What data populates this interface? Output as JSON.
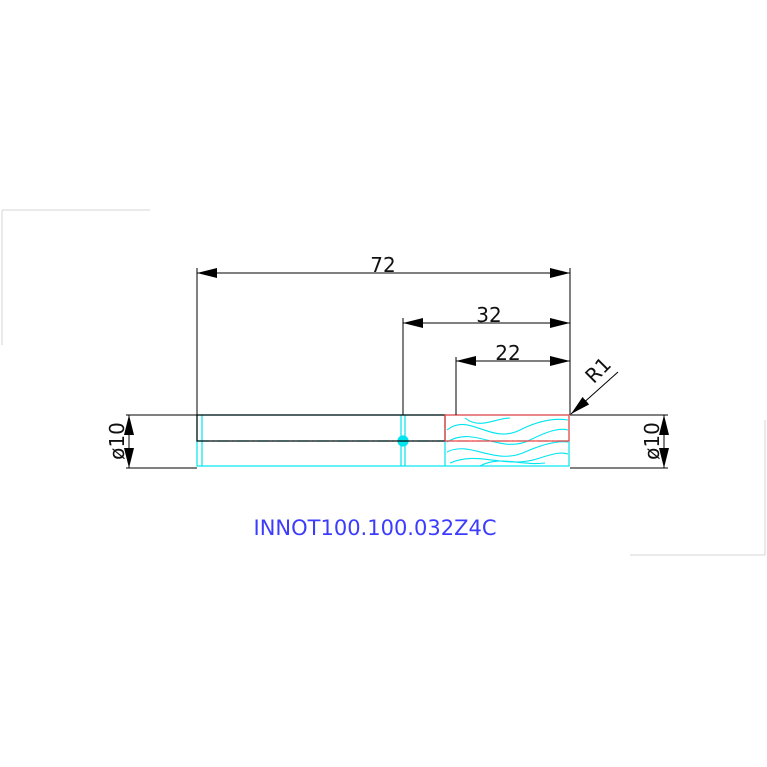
{
  "drawing": {
    "dimensions": {
      "overall_length": "72",
      "cut_length": "32",
      "flute_length": "22",
      "corner_radius": "R1",
      "shank_diameter": "ø10",
      "cut_diameter": "ø10"
    },
    "part_number": "INNOT100.100.032Z4C",
    "colors": {
      "dimension_line": "#000000",
      "tool_outline": "#00e5f0",
      "tool_axis": "#ff3b3b",
      "part_number": "#3c3cff",
      "frame": "#cccccc"
    }
  }
}
